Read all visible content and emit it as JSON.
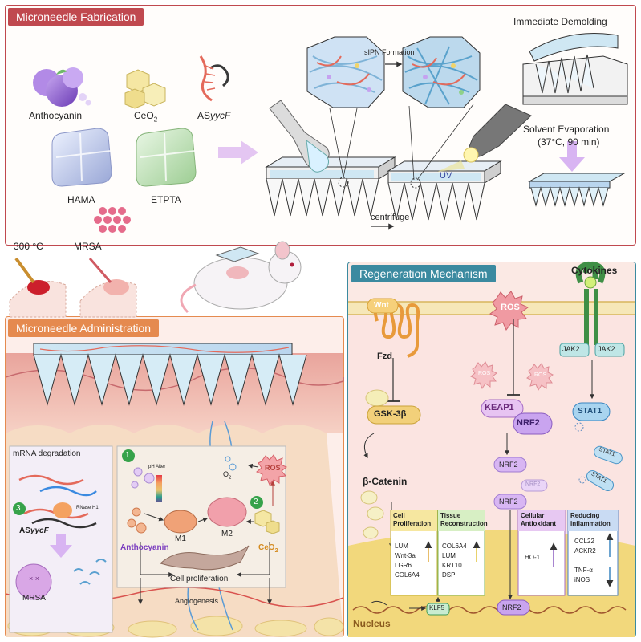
{
  "panels": {
    "fabrication": "Microneedle Fabrication",
    "administration": "Microneedle Administration",
    "mechanism": "Regeneration Mechanism"
  },
  "fabrication": {
    "materials": {
      "anthocyanin": "Anthocyanin",
      "ceo2": "CeO",
      "ceo2_sub": "2",
      "asycf_prefix": "AS",
      "asycf_gene": "yycF",
      "hama": "HAMA",
      "etpta": "ETPTA"
    },
    "sipn": "sIPN Formation",
    "uv": "UV",
    "centrifuge": "centrifuge",
    "demolding": "Immediate Demolding",
    "evaporation": "Solvent Evaporation",
    "evaporation_cond": "(37°C, 90 min)"
  },
  "model": {
    "burn": "300 °C",
    "mrsa": "MRSA"
  },
  "administration": {
    "mrna_degradation": "mRNA degradation",
    "rnase": "RNase H1",
    "asycf_prefix": "AS",
    "asycf_gene": "yycF",
    "mrsa": "MRSA",
    "step1": "1",
    "step2": "2",
    "step3": "3",
    "ph_alter": "pH Alter",
    "o2": "O",
    "o2_sub": "2",
    "ros": "ROS",
    "m1": "M1",
    "m2": "M2",
    "anthocyanin": "Anthocyanin",
    "ceo2": "CeO",
    "ceo2_sub": "2",
    "cell_proliferation": "Cell proliferation",
    "angiogenesis": "Angiogenesis"
  },
  "mechanism": {
    "cytokines": "Cytokines",
    "wnt": "Wnt",
    "fzd": "Fzd",
    "ros_top": "ROS",
    "ros_small": "ROS",
    "gsk": "GSK-3β",
    "catenin": "β-Catenin",
    "keap1": "KEAP1",
    "nrf2": "NRF2",
    "jak2": "JAK2",
    "stat1": "STAT1",
    "nucleus": "Nucleus",
    "klf5": "KLF5",
    "boxes": [
      {
        "title": "Cell Proliferation",
        "genes": [
          "LUM",
          "Wnt-3a",
          "LGR6",
          "COL6A4"
        ]
      },
      {
        "title": "Tissue Reconstruction",
        "genes": [
          "COL6A4",
          "LUM",
          "KRT10",
          "DSP"
        ]
      },
      {
        "title": "Cellular Antioxidant",
        "genes": [
          "HO-1"
        ]
      },
      {
        "title": "Reducing inflammation",
        "genes": [
          "CCL22",
          "ACKR2",
          "TNF-α",
          "iNOS"
        ]
      }
    ]
  },
  "colors": {
    "fabrication": "#c0494f",
    "administration": "#e58a4f",
    "mechanism": "#3b8aa0"
  }
}
